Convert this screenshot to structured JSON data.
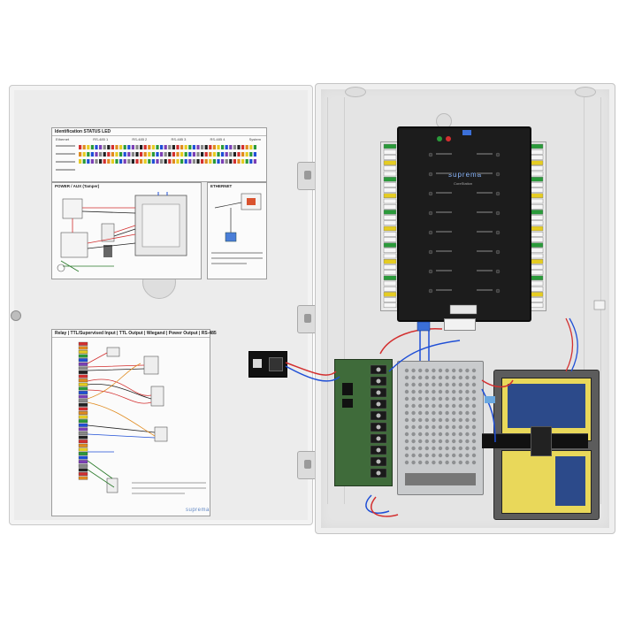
{
  "door_panel": {
    "status_card": {
      "title": "Identification STATUS LED",
      "group_headers": [
        "Ethernet",
        "RS-485 1",
        "RS-485 2",
        "RS-485 3",
        "RS-485 4",
        "System"
      ]
    },
    "power_card": {
      "title": "POWER / AUX (Tamper)"
    },
    "ethernet_card": {
      "title": "ETHERNET"
    },
    "io_card": {
      "title": "Relay | TTL/Supervised Input | TTL Output | Wiegand | Power Output | RS-485"
    },
    "brand": "suprema"
  },
  "controller": {
    "brand": "suprema",
    "model": "CoreStation"
  },
  "battery_label": {
    "text": ""
  },
  "colors": {
    "enclosure": "#ececec",
    "controller_body": "#1c1c1c",
    "brand_blue": "#5d84c2",
    "pcb_green": "#3f6b3a",
    "battery_label": "#e9d85a",
    "wire_red": "#d32f2f",
    "wire_blue": "#1f4fd6"
  }
}
